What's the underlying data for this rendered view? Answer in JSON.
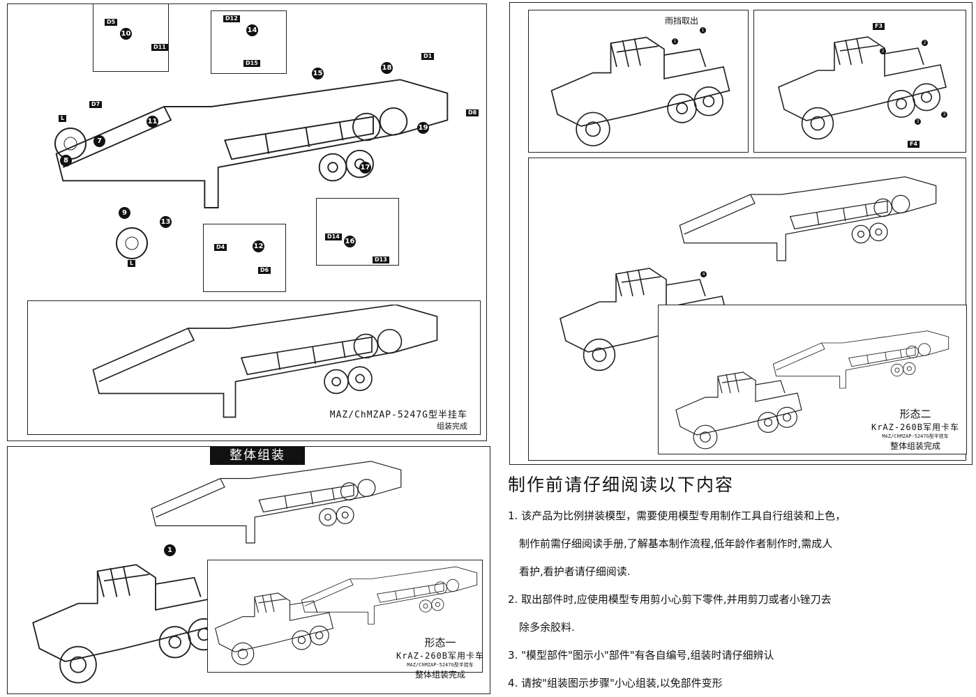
{
  "trailer_caption": {
    "model": "MAZ/ChMZAP-5247G型半挂车",
    "status": "组装完成"
  },
  "assembly_title": "整体组装",
  "form1": {
    "title": "形态一",
    "truck": "KrAZ-260B军用卡车",
    "trailer": "MAZ/ChMZAP-5247G型半挂车",
    "status": "整体组装完成"
  },
  "form2": {
    "title": "形态二",
    "truck": "KrAZ-260B军用卡车",
    "trailer": "MAZ/ChMZAP-5247G型半挂车",
    "status": "整体组装完成"
  },
  "rain_guard_label": "雨挡取出",
  "part_tags": [
    "D5",
    "D11",
    "D12",
    "D15",
    "D1",
    "D8",
    "D7",
    "D4",
    "D6",
    "D14",
    "D13",
    "F3",
    "F4",
    "L",
    "L"
  ],
  "step_numbers": [
    "7",
    "8",
    "9",
    "10",
    "11",
    "12",
    "13",
    "14",
    "15",
    "16",
    "17",
    "18",
    "19"
  ],
  "small_steps": [
    "1",
    "2",
    "3",
    "4"
  ],
  "instructions": {
    "heading": "制作前请仔细阅读以下内容",
    "lines": [
      "1. 该产品为比例拼装模型，需要使用模型专用制作工具自行组装和上色，",
      "制作前需仔细阅读手册,了解基本制作流程,低年龄作者制作时,需成人",
      "看护,看护者请仔细阅读.",
      "2. 取出部件时,应使用模型专用剪小心剪下零件,并用剪刀或者小锉刀去",
      "除多余胶料.",
      "3. \"模型部件\"图示小\"部件\"有各自编号,组装时请仔细辨认",
      "4. 请按\"组装图示步骤\"小心组装,以免部件变形"
    ]
  }
}
